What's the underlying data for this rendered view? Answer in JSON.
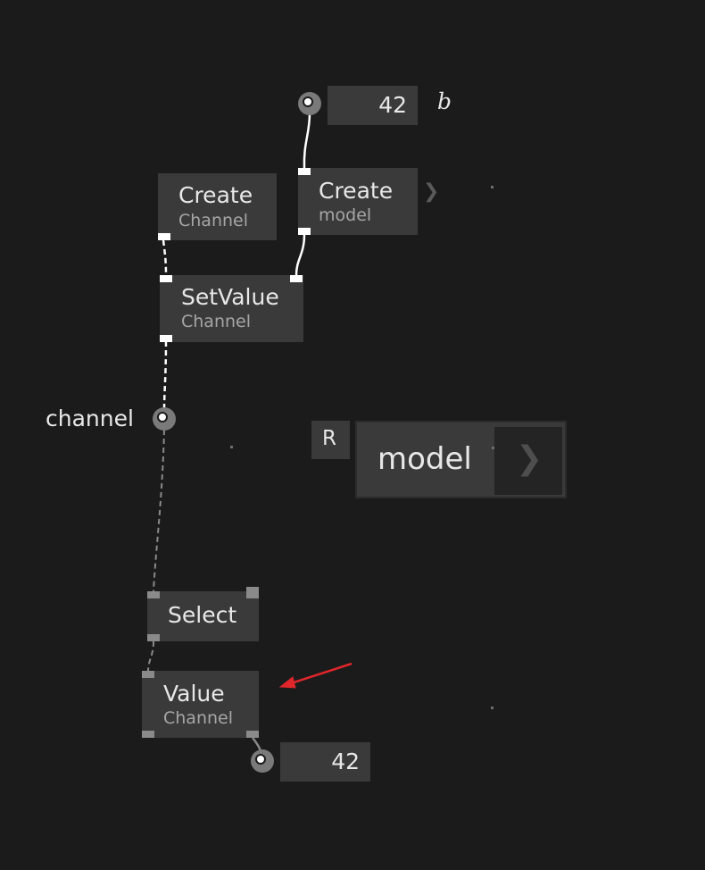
{
  "nodes": {
    "create_channel": {
      "title": "Create",
      "subtitle": "Channel"
    },
    "create_model": {
      "title": "Create",
      "subtitle": "model"
    },
    "setvalue_channel": {
      "title": "SetValue",
      "subtitle": "Channel"
    },
    "select": {
      "title": "Select"
    },
    "value_channel": {
      "title": "Value",
      "subtitle": "Channel"
    }
  },
  "iobox_top": {
    "value": "42",
    "label": "b"
  },
  "iobox_bottom": {
    "value": "42"
  },
  "channel_pad": {
    "label": "channel"
  },
  "model_pad": {
    "badge": "R",
    "label": "model"
  },
  "icons": {
    "chevron": "❯",
    "arrow_color": "#e0262b"
  }
}
